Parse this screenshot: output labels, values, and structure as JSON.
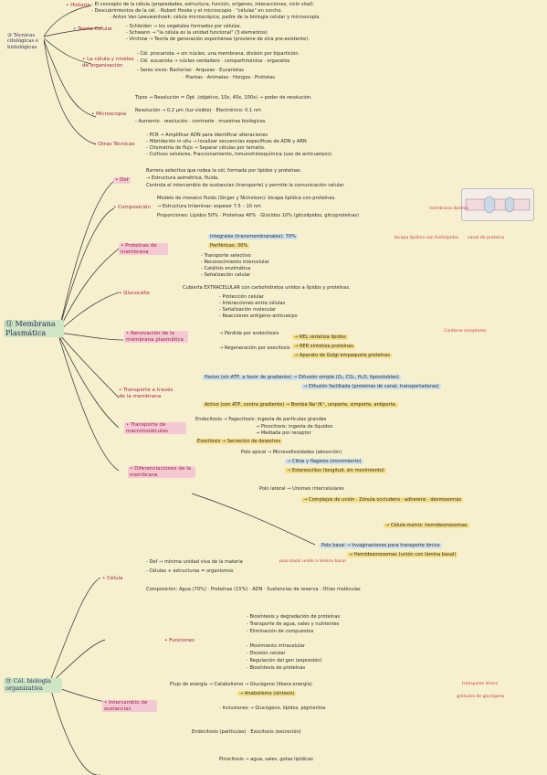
{
  "colors": {
    "paper": "#f7f0cf",
    "pink": "#f4c9d4",
    "yellow": "#f6e08a",
    "green": "#cfe6c4",
    "blue": "#cde2ee",
    "ink": "#2a2a2a",
    "red": "#c83a3a"
  },
  "top": {
    "root": "③ Técnicas citológicas e histológicas",
    "hist": {
      "label": "• Historia",
      "lines": [
        "- El concepto de la célula (propiedades, estructura, función, orígenes, interacciones, ciclo vital).",
        "- Descubrimientos de la cél. · Robert Hooke y el microscopio · \"células\" en corcho.",
        "- Anton Van Leeuwenhoek: célula microscópica, padre de la biología celular y microscopía."
      ]
    },
    "teoria": {
      "label": "• Teoría Celular",
      "lines": [
        "- Schleiden → los vegetales formados por células.",
        "- Schwann → \"la célula es la unidad funcional\" (3 elementos)",
        "- Virchow → Teoría de generación espontánea (proviene de otra pre-existente)."
      ]
    },
    "niveles": {
      "label": "• La célula y niveles de organización",
      "lines": [
        "- Cél. procariota → sin núcleo, una membrana, divisón por bipartición.",
        "- Cél. eucariota → núcleo verdadero · compartimentos · organelos",
        "- Seres vivos: Bacterias · Arqueas · Eucariotas",
        "· Plantas · Animales · Hongos · Protistas"
      ]
    },
    "micro": {
      "label": "• Microscopía",
      "lines": [
        "Tipos → Resolución = Ópt. (objetivo, 10x, 40x, 100x) → poder de resolución.",
        "Resolución → 0.2 μm (luz visible) · Electrónico: 0.1 nm",
        "- Aumento · resolución · contraste · muestras biológicas."
      ]
    },
    "otras": {
      "label": "• Otras Técnicas",
      "lines": [
        "- PCR → Amplificar ADN para identificar alteraciones",
        "- Hibridación in situ → localizar secuencias específicas de ADN y ARN",
        "- Citometría de flujo → Separar células por tamaño.",
        "- Cultivos celulares, Fraccionamiento, Inmunohistoquímica (uso de anticuerpos)."
      ]
    }
  },
  "mid": {
    "root": "⑫ Membrana Plasmática",
    "def": {
      "label": "• Def",
      "lines": [
        "Barrera selectiva que rodea la cél, formada por lípidos y proteínas.",
        "→ Estructura asimétrica, fluida.",
        "Controla el intercambio de sustancias (transporte) y permite la comunicación celular."
      ]
    },
    "comp": {
      "label": "• Composición",
      "lines": [
        "Modelo de mosaico fluido (Singer y Nicholson): bicapa lipídica con proteínas.",
        "→ Estructura trilaminar: espesor 7.5 – 10 nm",
        "Proporciones: Lípidos 50% · Proteínas 40% · Glúcidos 10% (glicolípidos, glicoproteínas)"
      ]
    },
    "prot": {
      "label": "• Proteínas de membrana",
      "tipos": [
        "Integrales (transmembranales): 70%",
        "Periféricas: 30%"
      ],
      "func": [
        "- Transporte selectivo",
        "- Reconocimiento intercelular",
        "- Catálisis enzimática",
        "- Señalización celular"
      ]
    },
    "gluc": {
      "label": "• Glucocálix",
      "lines": [
        "Cubierta EXTRACELULAR con carbohidratos unidos a lípidos y proteínas.",
        "- Protección celular",
        "- Interacciones entre células",
        "- Señalización molecular",
        "- Reacciones antígeno-anticuerpo"
      ]
    },
    "renov": {
      "label": "• Renovación de la membrana plasmática",
      "lines": [
        "→ Pérdida por endocitosis",
        "→ Regeneración por exocitosis",
        "→ REL sintetiza lípidos",
        "→ RER sintetiza proteínas",
        "→ Aparato de Golgi empaqueta proteínas"
      ]
    },
    "transp": {
      "label": "• Transporte a través de la membrana",
      "lines": [
        "Pasivo (sin ATP, a favor de gradiente) → Difusión simple (O₂, CO₂, H₂O, liposolubles)",
        "→ Difusión facilitada (proteínas de canal, transportadoras)",
        "Activo (con ATP, contra gradiente) → Bomba Na⁺/K⁺, uniporte, simporte, antiporte."
      ]
    },
    "macro": {
      "label": "• Transporte de macromoléculas",
      "lines": [
        "Endocitosis → Fagocitosis: ingesta de partículas grandes",
        "→ Pinocitosis: ingesta de líquidos",
        "→ Mediada por receptor",
        "Exocitosis → Secreción de desechos"
      ]
    },
    "dif": {
      "label": "• Diferenciaciones de la membrana",
      "lines": [
        "Polo apical → Microvellosidades (absorción)",
        "→ Cilios y flagelos (movimiento)",
        "→ Estereocilios (longitud, sin movimiento)",
        "Polo lateral → Uniones intercelulares",
        "→ Complejos de unión · Zónula occludens · adherens · desmosomas",
        "→ Célula-matriz: hemidesmosomas",
        "Polo basal → Invaginaciones para transporte iónico",
        "→ Hemidesmosomas (unión con lámina basal)"
      ]
    }
  },
  "bot": {
    "root": "⑬ Cél. biología organizativa",
    "cel": {
      "label": "• Célula",
      "lines": [
        "- Def → mínima unidad viva de la materia",
        "- Células + estructuras = organismos",
        "Composición: Agua (70%) · Proteínas (15%) · ADN · Sustancias de reserva · Otras moléculas"
      ]
    },
    "func": {
      "label": "• Funciones",
      "lines": [
        "- Biosíntesis y degradación de proteínas",
        "- Transporte de agua, sales y nutrientes",
        "- Eliminación de compuestos",
        "- Movimiento intracelular",
        "- División celular",
        "- Regulación del gen (expresión)",
        "- Biosíntesis de proteínas"
      ]
    },
    "inter": {
      "label": "• Intercambio de sustancias",
      "lines": [
        "Flujo de energía → Catabolismo → Glucógeno (libera energía)",
        "→ Anabolismo (síntesis)",
        "- Inclusiones → Glucógeno, lípidos, pigmentos",
        "Endocitosis (partículas) · Exocitosis (excreción)",
        "Pinocitosis → agua, sales, gotas lipídicas"
      ]
    }
  },
  "notes": [
    "membrana lipídica",
    "bicapa lipídica con fosfolípidos",
    "canal de proteína",
    "Contiene receptores",
    "polo basal unido a lámina basal",
    "transporte iónico",
    "gránulos de glucógeno"
  ]
}
